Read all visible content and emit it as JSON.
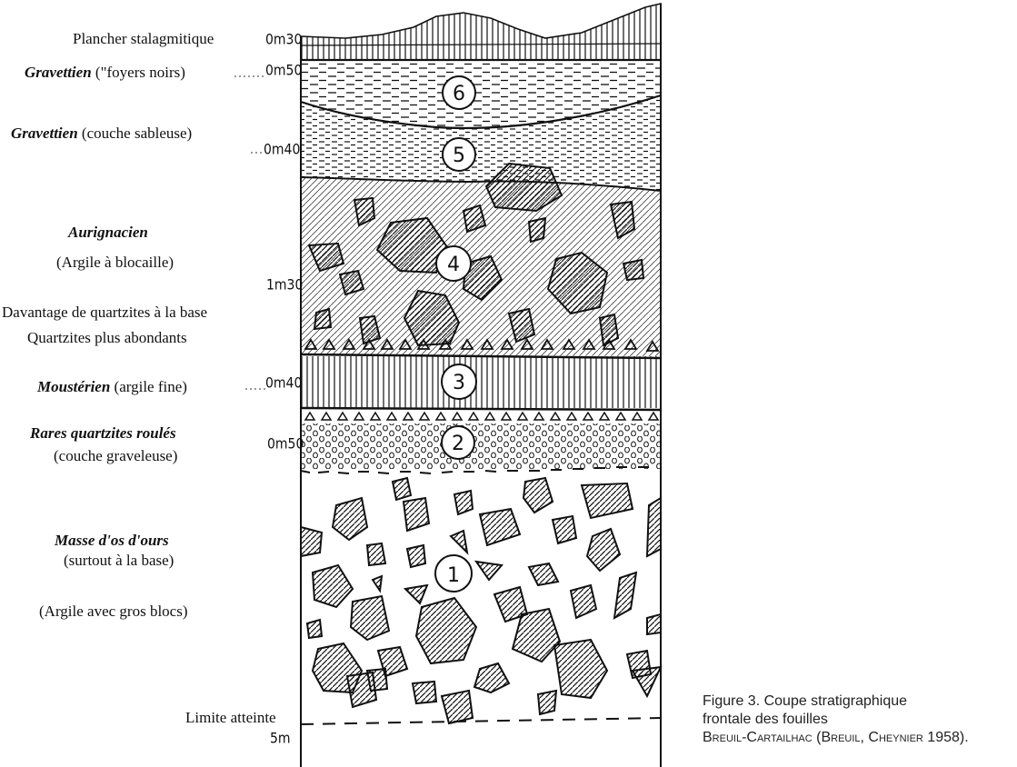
{
  "labels": {
    "plancher": "Plancher stalagmitique",
    "grav_noirs_name": "Gravettien",
    "grav_noirs_desc": "(\"foyers noirs)",
    "grav_sable_name": "Gravettien",
    "grav_sable_desc": "(couche sableuse)",
    "aurig_name": "Aurignacien",
    "aurig_desc": "(Argile à blocaille)",
    "davantage": "Davantage de quartzites à la base",
    "quartz_abond": "Quartzites plus abondants",
    "moust_name": "Moustérien",
    "moust_desc": "(argile fine)",
    "rares_name": "Rares quartzites roulés",
    "rares_desc": "(couche graveleuse)",
    "masse_name": "Masse d'os d'ours",
    "masse_desc": "(surtout à la base)",
    "argile_blocs": "(Argile avec gros blocs)",
    "limite": "Limite atteinte"
  },
  "thickness": {
    "t_plancher": "0m30",
    "t_grav_noirs": "0m50",
    "t_grav_sable": "0m40",
    "t_aurig": "1m30",
    "t_moust": "0m40",
    "t_rares": "0m50",
    "t_total": "5m"
  },
  "layer_numbers": [
    "1",
    "2",
    "3",
    "4",
    "5",
    "6"
  ],
  "caption": {
    "line1": "Figure 3. Coupe stratigraphique",
    "line2": "frontale des fouilles",
    "line3": "Breuil-Cartailhac (Breuil, Cheynier 1958)."
  }
}
